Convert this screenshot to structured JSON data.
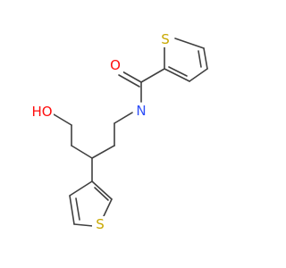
{
  "molecule": {
    "colors": {
      "bond": "#404040",
      "O": "#ff0d0d",
      "N": "#3050f8",
      "S": "#c8a800"
    },
    "atoms": [
      {
        "id": "o_carbonyl",
        "label": "O",
        "element": "O"
      },
      {
        "id": "s_thiophene_top",
        "label": "S",
        "element": "S"
      },
      {
        "id": "n_amide",
        "label": "N",
        "element": "N"
      },
      {
        "id": "o_hydroxyl",
        "label": "HO",
        "element": "O"
      },
      {
        "id": "s_thiophene_bottom",
        "label": "S",
        "element": "S"
      }
    ]
  }
}
